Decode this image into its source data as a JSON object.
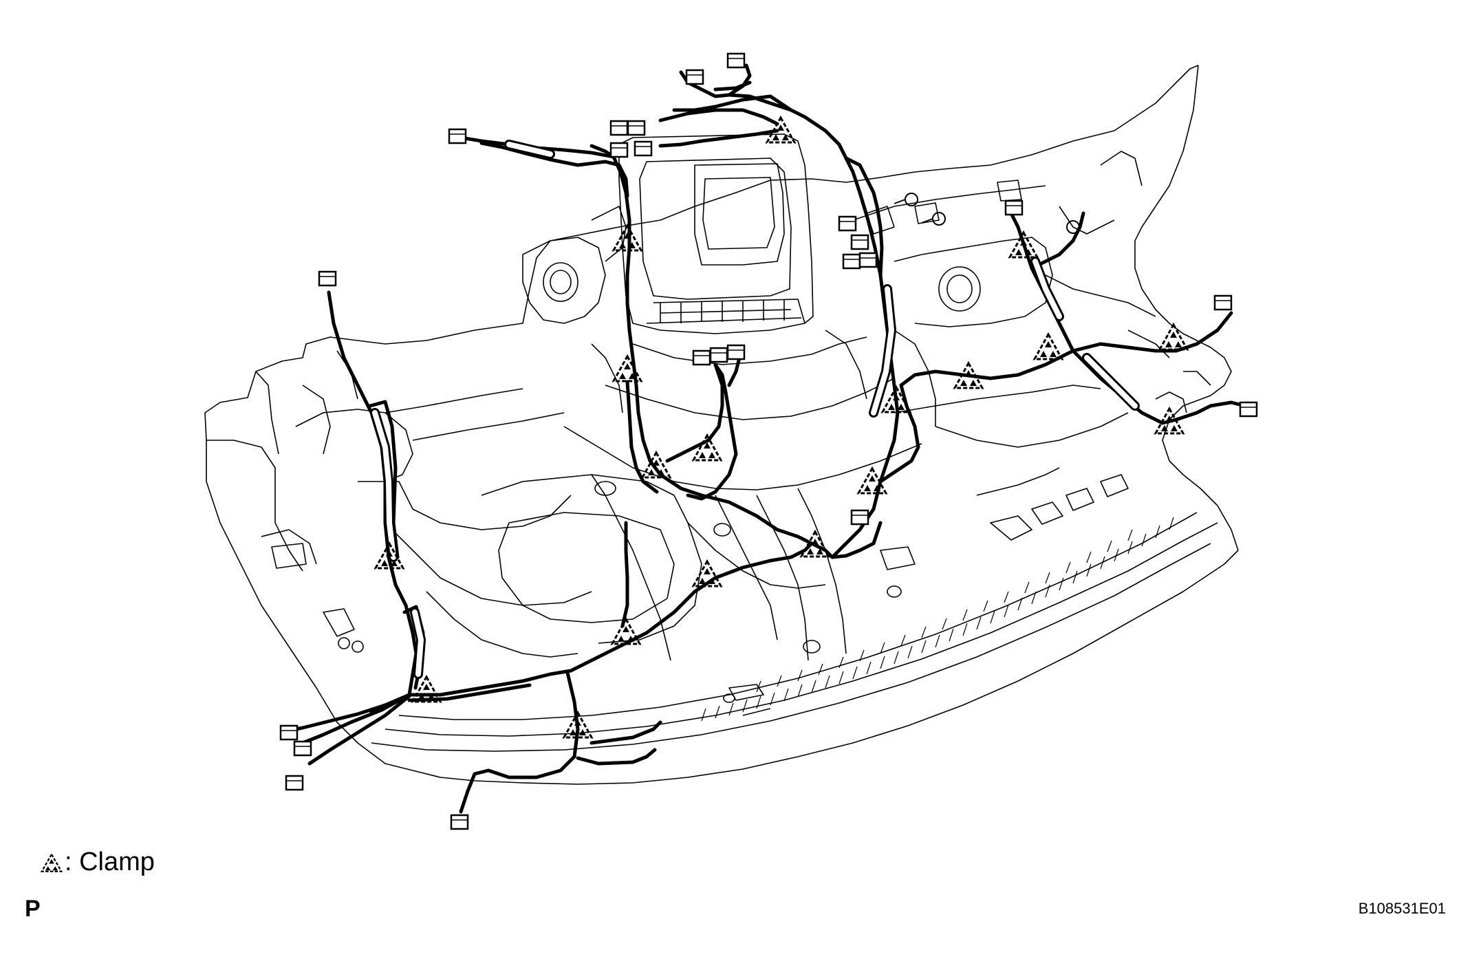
{
  "legend": {
    "symbol": "clamp-icon",
    "label": ": Clamp"
  },
  "page_letter": "P",
  "figure_code": "B108531E01",
  "colors": {
    "line": "#000000",
    "background": "#ffffff"
  }
}
